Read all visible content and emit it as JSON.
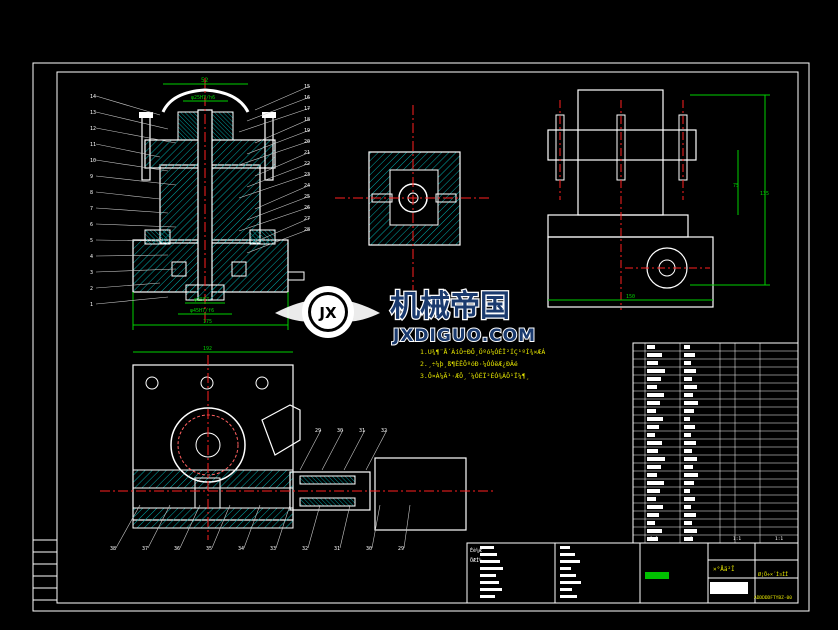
{
  "colors": {
    "background": "#000000",
    "frame": "#ffffff",
    "part": "#ffffff",
    "centerline": "#ff2020",
    "dimension": "#00d000",
    "leader": "#c8c8c8",
    "hatch": "#00aaaa",
    "hatch_dense": "#009999",
    "notes": "#e6e600",
    "highlight_cell": "#00c000",
    "logo_text": "#1a3a6e",
    "logo_emblem": "#ffffff"
  },
  "watermark": {
    "title": "机械帝国",
    "subtitle": "JXDIGUO.COM",
    "emblem": "jx-gear-emblem-icon"
  },
  "dimensions": {
    "top_width": "52",
    "top_inner": "φ25H7/h6",
    "bottom_a": "φ25F7",
    "bottom_b": "φ45H7/f6",
    "base_width": "175",
    "plan_width": "192",
    "side_height": "75",
    "side_total": "135",
    "side_bottom": "150"
  },
  "tech_notes": [
    "1.U¾­¶¨Å´ÀíÖ÷ÐÔ¸Öºó¼ÓÉÏ²ÍÇ¹ºÍ¾×ÆÁ",
    "2.¸÷¼þ¸ß¶ÈÊÔºóÐ·¼ÓÓëÆ¿ÐÂé",
    "3.Ô¤À¼Ã¹·ÆÔ¸´¼ÓÉÏ²ÉÓ¾ÀÕ¹Ï¼¶¸"
  ],
  "title_block": {
    "drawing_name": "×°Åä²Î",
    "school_line": "Ø¦Ö÷×´Ì¤ÍÎ",
    "sheet_code": "ADDDDDFTYBZ-00",
    "scale_cells": [
      "1:1",
      "1",
      "1:1",
      "1:1"
    ],
    "row_label_a": "Éè¼Æ",
    "row_label_b": "ÖÆÍ¼"
  },
  "part_labels": {
    "left": [
      "14",
      "13",
      "12",
      "11",
      "10",
      "9",
      "8",
      "7",
      "6",
      "5",
      "4",
      "3",
      "2",
      "1"
    ],
    "right": [
      "15",
      "16",
      "17",
      "18",
      "19",
      "20",
      "21",
      "22",
      "23",
      "24",
      "25",
      "26",
      "27",
      "28"
    ],
    "bottom": [
      "38",
      "37",
      "36",
      "35",
      "34",
      "33",
      "32",
      "31",
      "30",
      "29"
    ],
    "plan_top": [
      "29",
      "30",
      "31",
      "32"
    ]
  }
}
